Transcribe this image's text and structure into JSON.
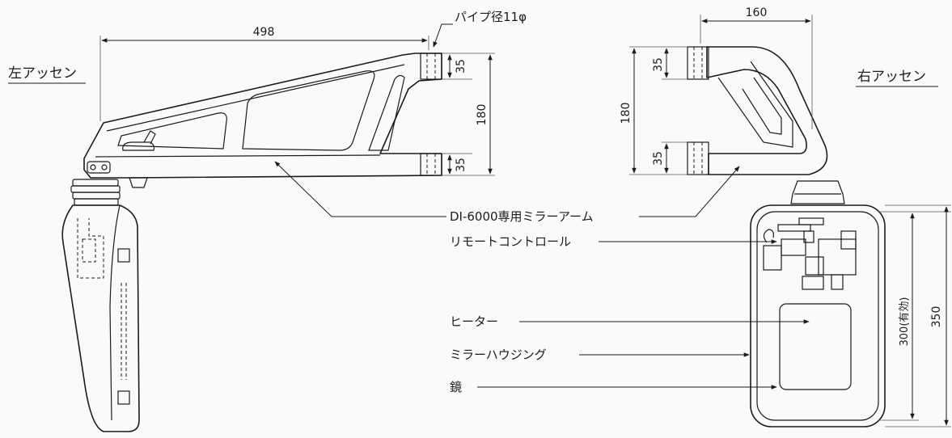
{
  "left_title": "左アッセン",
  "right_title": "右アッセン",
  "dimensions": {
    "left_width": "498",
    "pipe": "パイプ径11φ",
    "left_top_35": "35",
    "left_180": "180",
    "left_bottom_35": "35",
    "right_width": "160",
    "right_top_35": "35",
    "right_180": "180",
    "right_bottom_35": "35",
    "effective": "300(有効)",
    "overall": "350"
  },
  "labels": {
    "arm": "DI-6000専用ミラーアーム",
    "remote": "リモートコントロール",
    "heater": "ヒーター",
    "housing": "ミラーハウジング",
    "mirror": "鏡"
  }
}
